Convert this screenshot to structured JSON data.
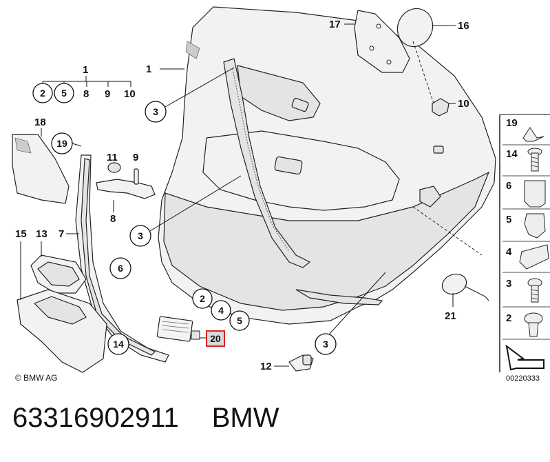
{
  "callouts": {
    "c1_main": "1",
    "c1_group": "1",
    "c1_sub2": "2",
    "c1_sub5": "5",
    "c1_sub8": "8",
    "c1_sub9": "9",
    "c1_sub10": "10",
    "c3_a": "3",
    "c3_b": "3",
    "c3_c": "3",
    "c17": "17",
    "c16": "16",
    "c10": "10",
    "c18": "18",
    "c19": "19",
    "c11": "11",
    "c9": "9",
    "c8": "8",
    "c15": "15",
    "c13": "13",
    "c7": "7",
    "c6": "6",
    "c14": "14",
    "c2": "2",
    "c4": "4",
    "c5": "5",
    "c20": "20",
    "c12": "12",
    "c21": "21"
  },
  "legend": {
    "items": [
      "19",
      "14",
      "6",
      "5",
      "4",
      "3",
      "2"
    ]
  },
  "copyright": "© BMW AG",
  "reference_number": "00220333",
  "caption": {
    "part_number": "63316902911",
    "brand": "BMW"
  },
  "colors": {
    "highlight": "#d62728",
    "highlight_fill": "#d9d9d9"
  }
}
